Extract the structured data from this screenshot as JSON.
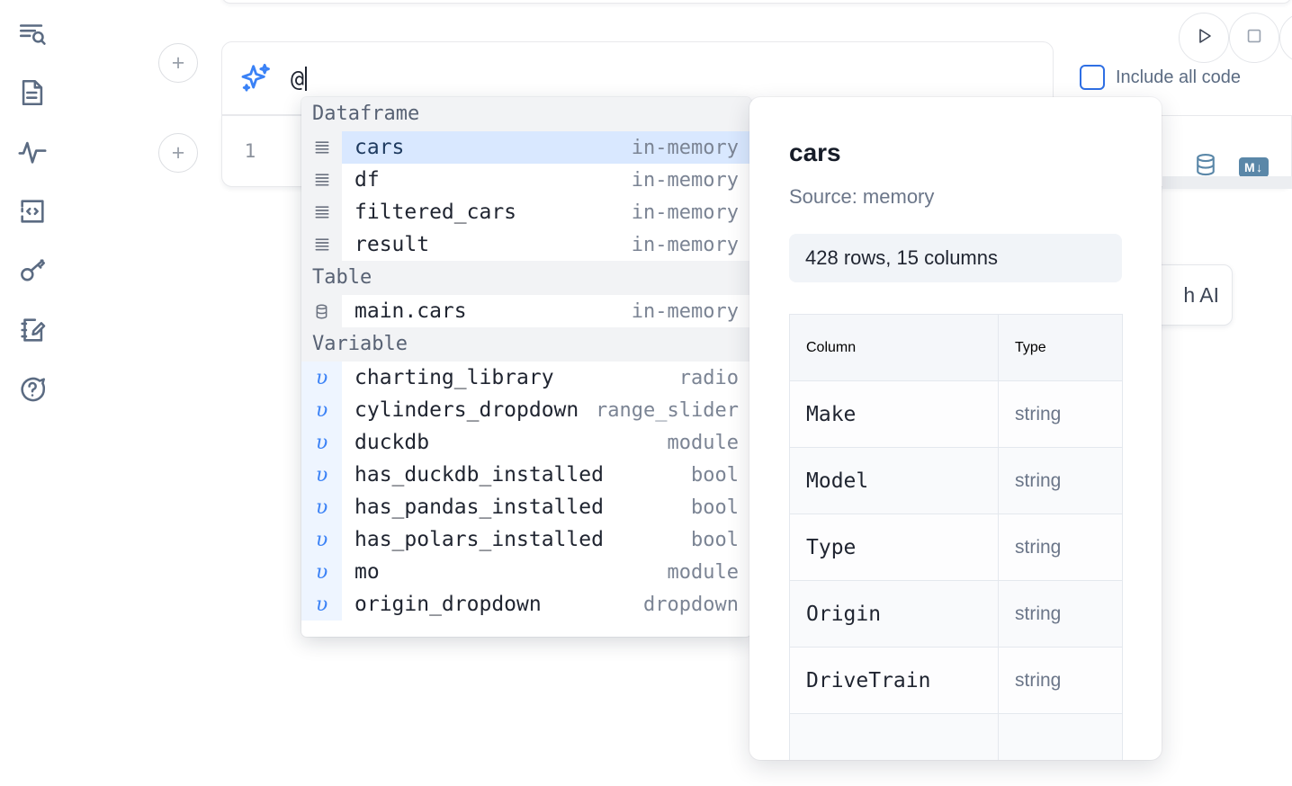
{
  "sidebar": {
    "items": [
      {
        "name": "outline-search-icon",
        "label": "Explore"
      },
      {
        "name": "document-icon",
        "label": "Notebook"
      },
      {
        "name": "activity-pulse-icon",
        "label": "Dependencies"
      },
      {
        "name": "code-snippet-icon",
        "label": "Snippets"
      },
      {
        "name": "key-icon",
        "label": "Secrets"
      },
      {
        "name": "scratchpad-edit-icon",
        "label": "Scratchpad"
      },
      {
        "name": "help-chat-icon",
        "label": "Help"
      }
    ]
  },
  "cells": {
    "add_button_label": "+",
    "ai_prompt": {
      "icon": "sparkles-icon",
      "value": "@",
      "placeholder": ""
    },
    "code_cell": {
      "line_number": "1",
      "code": "",
      "icons": [
        {
          "name": "database-icon",
          "label": ""
        },
        {
          "name": "markdown-icon",
          "label": "M"
        }
      ]
    }
  },
  "toolbar": {
    "run_label": "",
    "stop_label": "",
    "include_all_code_label": "Include all code",
    "include_all_code_checked": false,
    "floating_button_label": "h AI"
  },
  "autocomplete": {
    "groups": [
      {
        "heading": "Dataframe",
        "icon": "dataframe-rows-icon",
        "items": [
          {
            "name": "cars",
            "type": "in-memory",
            "selected": true
          },
          {
            "name": "df",
            "type": "in-memory",
            "selected": false
          },
          {
            "name": "filtered_cars",
            "type": "in-memory",
            "selected": false
          },
          {
            "name": "result",
            "type": "in-memory",
            "selected": false
          }
        ]
      },
      {
        "heading": "Table",
        "icon": "database-icon",
        "items": [
          {
            "name": "main.cars",
            "type": "in-memory",
            "selected": false
          }
        ]
      },
      {
        "heading": "Variable",
        "icon": "variable-icon",
        "items": [
          {
            "name": "charting_library",
            "type": "radio",
            "selected": false
          },
          {
            "name": "cylinders_dropdown",
            "type": "range_slider",
            "selected": false
          },
          {
            "name": "duckdb",
            "type": "module",
            "selected": false
          },
          {
            "name": "has_duckdb_installed",
            "type": "bool",
            "selected": false
          },
          {
            "name": "has_pandas_installed",
            "type": "bool",
            "selected": false
          },
          {
            "name": "has_polars_installed",
            "type": "bool",
            "selected": false
          },
          {
            "name": "mo",
            "type": "module",
            "selected": false
          },
          {
            "name": "origin_dropdown",
            "type": "dropdown",
            "selected": false
          }
        ]
      }
    ],
    "variable_glyph": "υ"
  },
  "detail": {
    "title": "cars",
    "source": "Source: memory",
    "shape": "428 rows, 15 columns",
    "table": {
      "headers": [
        "Column",
        "Type"
      ],
      "rows": [
        [
          "Make",
          "string"
        ],
        [
          "Model",
          "string"
        ],
        [
          "Type",
          "string"
        ],
        [
          "Origin",
          "string"
        ],
        [
          "DriveTrain",
          "string"
        ]
      ]
    }
  },
  "colors": {
    "accent_blue": "#3b82f6",
    "selection_blue": "#d9e8ff",
    "section_gray": "#f2f3f5",
    "icon_blue_gray": "#5a87a8",
    "text_dark": "#1f2430",
    "text_muted": "#7b8494"
  }
}
